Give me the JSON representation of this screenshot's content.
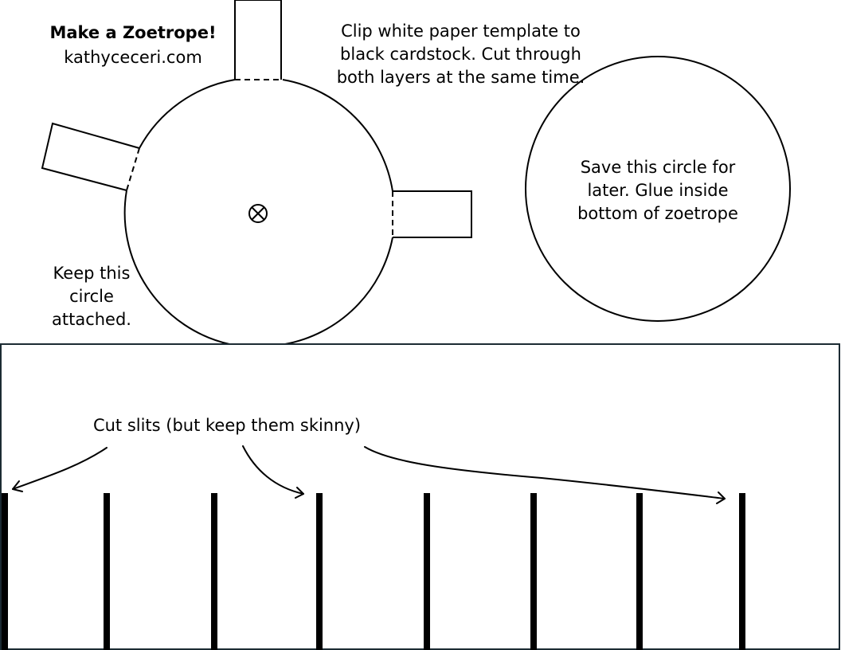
{
  "template": {
    "title": "Make a Zoetrope!",
    "website": "kathyceceri.com",
    "instructions": {
      "clip": "Clip white paper template to black cardstock. Cut through both layers at the same time.",
      "save_circle": "Save this circle for later. Glue inside bottom of zoetrope",
      "keep_circle": "Keep this circle attached.",
      "cut_slits": "Cut slits (but keep them skinny)"
    },
    "slit_count": 8,
    "icons": [
      "center-mark-icon",
      "arrow-icon"
    ],
    "colors": {
      "ink": "#000000",
      "paper": "#ffffff",
      "strip_border": "#1c2b33"
    }
  }
}
